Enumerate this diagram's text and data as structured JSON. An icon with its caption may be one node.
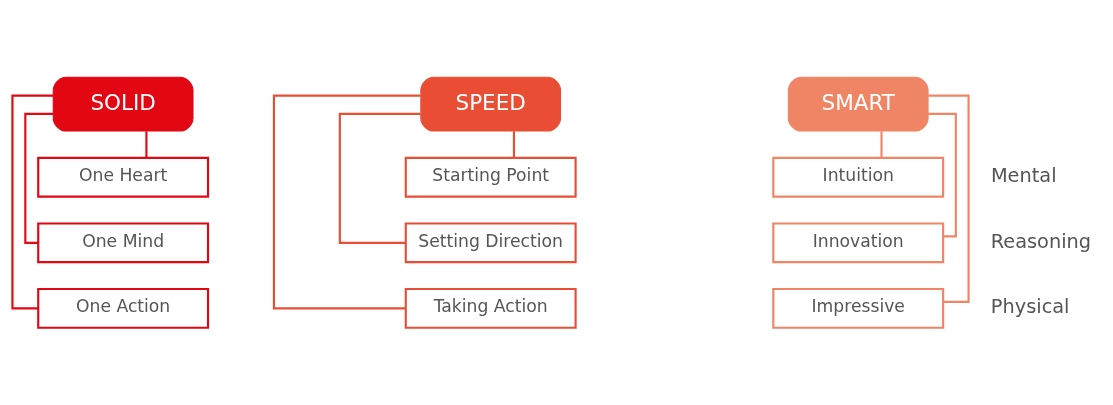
{
  "diagram": {
    "nodes": [
      {
        "text": [
          "SOLID"
        ]
      },
      {
        "text": [
          "One Heart"
        ]
      },
      {
        "text": [
          "One Mind"
        ]
      },
      {
        "text": [
          "One Action"
        ]
      },
      {
        "text": [
          "SPEED"
        ]
      },
      {
        "text": [
          "Starting Point"
        ]
      },
      {
        "text": [
          "Setting Direction"
        ]
      },
      {
        "text": [
          "Taking Action"
        ]
      },
      {
        "text": [
          "SMART"
        ]
      },
      {
        "text": [
          "Intuition"
        ]
      },
      {
        "text": [
          "Innovation"
        ]
      },
      {
        "text": [
          "Impressive"
        ]
      }
    ],
    "edges": [
      {
        "from": 0,
        "to": 1,
        "arrow": "none",
        "color": "#e30613"
      },
      {
        "from": 0,
        "to": 2,
        "arrow": "none",
        "color": "#e30613"
      },
      {
        "from": 0,
        "to": 3,
        "arrow": "none",
        "color": "#e30613"
      },
      {
        "from": 4,
        "to": 5,
        "arrow": "none",
        "color": "#e94e35"
      },
      {
        "from": 4,
        "to": 6,
        "arrow": "none",
        "color": "#e94e35"
      },
      {
        "from": 4,
        "to": 7,
        "arrow": "none",
        "color": "#e94e35"
      },
      {
        "from": 8,
        "to": 9,
        "arrow": "none",
        "color": "#f08566"
      },
      {
        "from": 8,
        "to": 10,
        "arrow": "none",
        "color": "#f08566"
      },
      {
        "from": 8,
        "to": 11,
        "arrow": "none",
        "color": "#f08566"
      }
    ],
    "labels": [
      "Mental",
      "Reasoning",
      "Physical"
    ]
  }
}
